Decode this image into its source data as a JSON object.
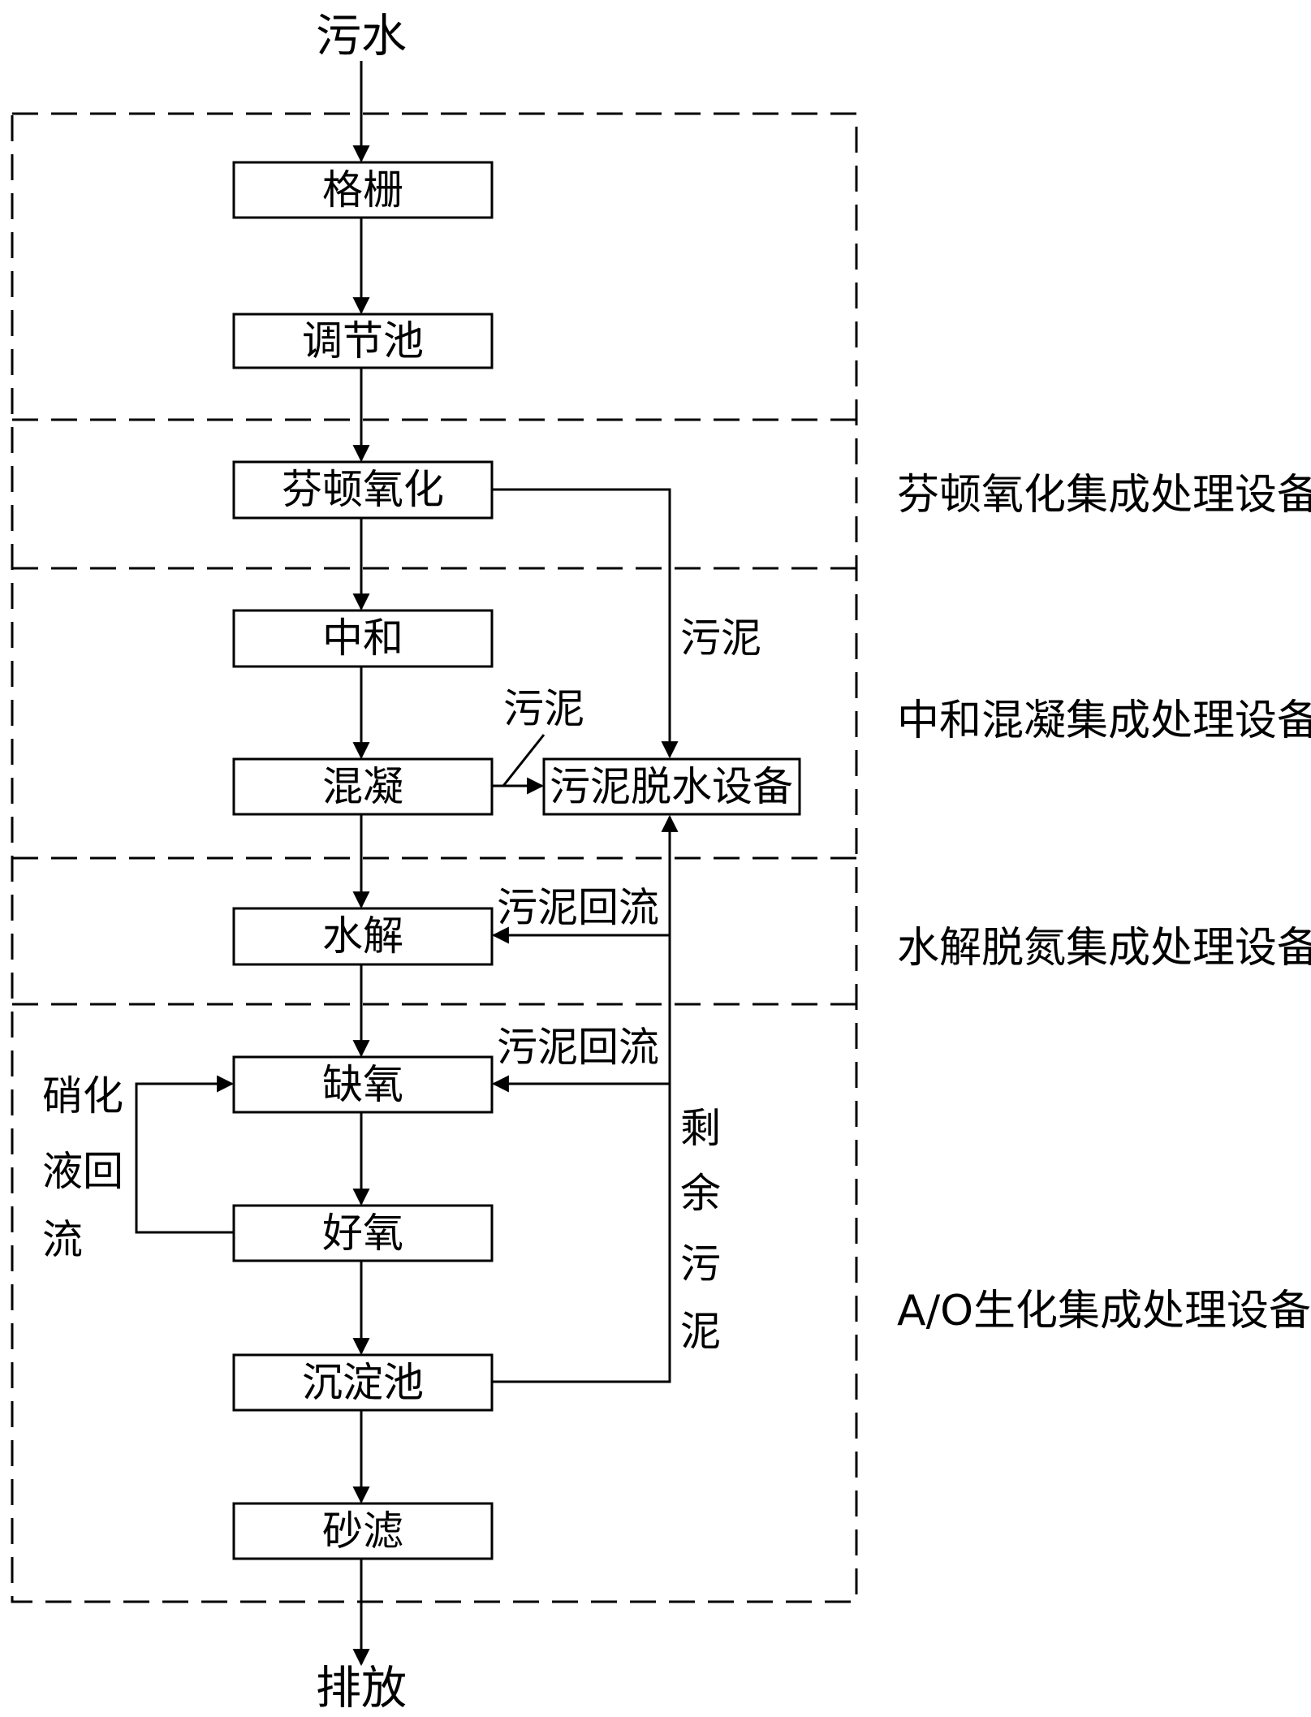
{
  "input_label": "污水",
  "output_label": "排放",
  "boxes": {
    "grille": "格栅",
    "regulating_tank": "调节池",
    "fenton": "芬顿氧化",
    "neutralization": "中和",
    "coagulation": "混凝",
    "dewatering": "污泥脱水设备",
    "hydrolysis": "水解",
    "anoxic": "缺氧",
    "aerobic": "好氧",
    "sedimentation": "沉淀池",
    "sand_filter": "砂滤"
  },
  "sections": {
    "fenton_unit": "芬顿氧化集成处理设备",
    "neutral_coag_unit": "中和混凝集成处理设备",
    "hydrolysis_unit": "水解脱氮集成处理设备",
    "ao_unit": "A/O生化集成处理设备"
  },
  "flows": {
    "sludge_fenton": "污泥",
    "sludge_coag": "污泥",
    "return_hydrolysis": "污泥回流",
    "return_anoxic": "污泥回流",
    "nitrate_return": [
      "硝化",
      "液回",
      "流"
    ],
    "excess_sludge": [
      "剩",
      "余",
      "污",
      "泥"
    ]
  }
}
